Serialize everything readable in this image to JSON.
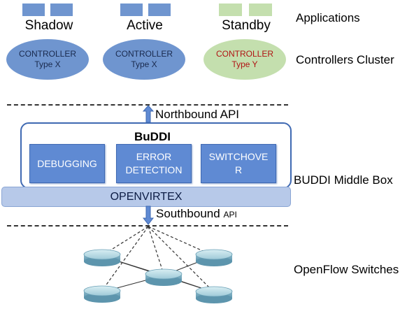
{
  "applications_label": "Applications",
  "controllers_cluster_label": "Controllers Cluster",
  "controllers": [
    {
      "role": "Shadow",
      "name": "CONTROLLER",
      "type": "Type X"
    },
    {
      "role": "Active",
      "name": "CONTROLLER",
      "type": "Type X"
    },
    {
      "role": "Standby",
      "name": "CONTROLLER",
      "type": "Type Y"
    }
  ],
  "northbound_api": "Northbound API",
  "buddi_title": "BuDDI",
  "modules": [
    {
      "line1": "DEBUGGING",
      "line2": ""
    },
    {
      "line1": "ERROR",
      "line2": "DETECTION"
    },
    {
      "line1": "SWITCHOVE",
      "line2": "R"
    }
  ],
  "openvirtex_label": "OPENVIRTEX",
  "southbound_api": "Southbound",
  "southbound_api_suffix": "API",
  "middle_box_label": "BUDDI Middle Box",
  "openflow_switches_label": "OpenFlow Switches",
  "colors": {
    "app_blue": "#6f95cf",
    "app_green": "#c4dfae",
    "controller_blue": "#6f95cf",
    "controller_green": "#c4dfae",
    "standby_text": "#b01414",
    "module_blue": "#5f8ad3",
    "openvirtex_band": "#b7c9e9"
  }
}
